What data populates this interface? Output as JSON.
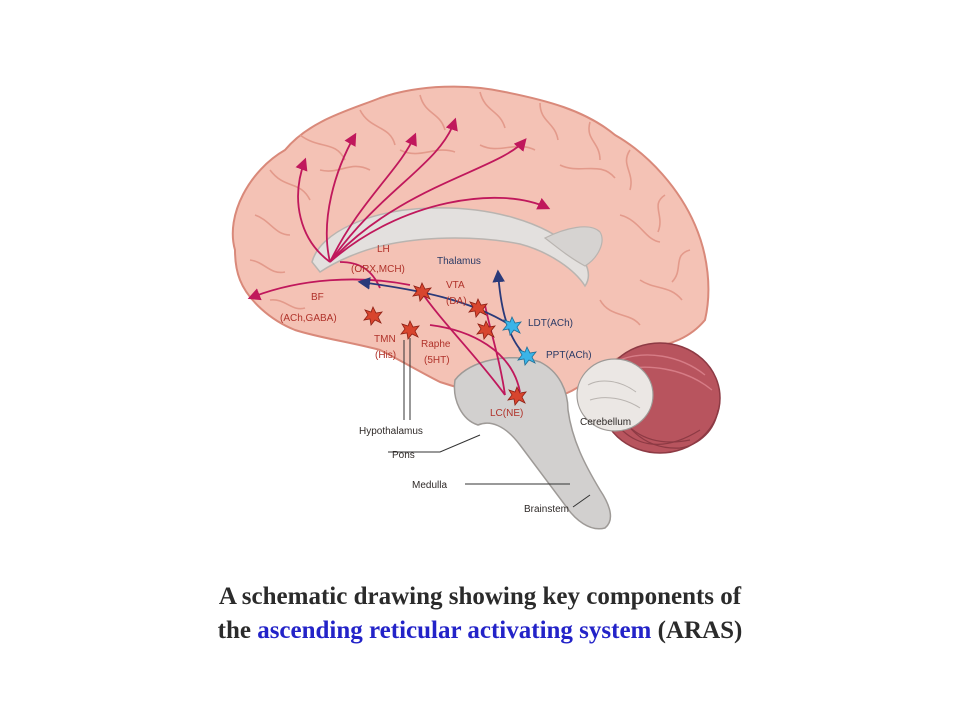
{
  "diagram": {
    "labels": {
      "lh": "LH",
      "lh_sub": "(ORX,MCH)",
      "thalamus": "Thalamus",
      "vta": "VTA",
      "vta_sub": "(DA)",
      "bf": "BF",
      "bf_sub": "(ACh,GABA)",
      "tmn": "TMN",
      "tmn_sub": "(His)",
      "raphe": "Raphe",
      "raphe_sub": "(5HT)",
      "ldt": "LDT(ACh)",
      "ppt": "PPT(ACh)",
      "lc": "LC(NE)",
      "cerebellum": "Cerebellum",
      "hypothalamus": "Hypothalamus",
      "pons": "Pons",
      "medulla": "Medulla",
      "brainstem": "Brainstem"
    },
    "colors": {
      "cortex": "#f4c2b5",
      "cortex_outline": "#d9897a",
      "projection_red": "#c0185c",
      "projection_blue": "#2a3a7a",
      "neuron_red": "#d8452e",
      "neuron_blue": "#3ab4e8",
      "cerebellum": "#b8545e",
      "brainstem": "#d2d0cf"
    }
  },
  "caption": {
    "line1": "A schematic drawing showing key components of",
    "line2_prefix": "the ",
    "line2_highlight": "ascending reticular activating system",
    "line2_suffix": " (ARAS)"
  }
}
